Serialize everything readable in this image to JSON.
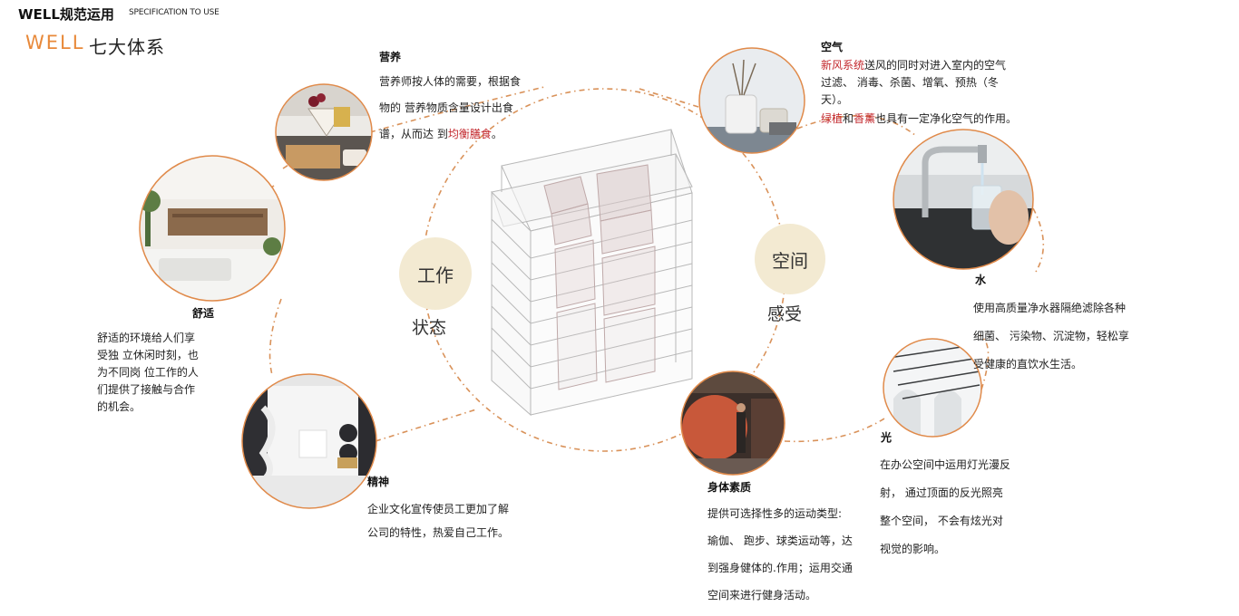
{
  "header": {
    "title": "WELL规范运用",
    "subtitle": "SPECIFICATION TO USE"
  },
  "page_title": {
    "en": "WELL",
    "zh": "七大体系"
  },
  "center": {
    "left_badge": "工作",
    "left_label": "状态",
    "right_badge": "空间",
    "right_label": "感受"
  },
  "nutrition": {
    "heading": "营养",
    "lines": [
      "营养师按人体的需要，根据食",
      "物的 营养物质含量设计出食"
    ],
    "line3_prefix": "谱，从而达 到",
    "line3_red": "均衡膳食",
    "line3_suffix": "。"
  },
  "air": {
    "heading": "空气",
    "l1_red": "新风系统",
    "l1_rest": "送风的同时对进入室内的空气",
    "l2": "过滤、 消毒、杀菌、增氧、预热（冬",
    "l3": "天）。",
    "l4_red1": "绿植",
    "l4_and": "和",
    "l4_red2": "香薰",
    "l4_rest": "也具有一定净化空气的作用。"
  },
  "comfort": {
    "heading": "舒适",
    "lines": [
      "舒适的环境给人们享",
      "受独 立休闲时刻，也",
      "为不同岗 位工作的人",
      "们提供了接触与合作",
      "的机会。"
    ]
  },
  "water": {
    "heading": "水",
    "lines": [
      "使用高质量净水器隔绝滤除各种",
      "细菌、 污染物、沉淀物，轻松享",
      "受健康的直饮水生活。"
    ]
  },
  "light": {
    "heading": "光",
    "lines": [
      "在办公空间中运用灯光漫反",
      "射， 通过顶面的反光照亮",
      "整个空间， 不会有炫光对",
      "视觉的影响。"
    ]
  },
  "spirit": {
    "heading": "精神",
    "lines": [
      "企业文化宣传使员工更加了解",
      "公司的特性，热爱自己工作。"
    ]
  },
  "fitness": {
    "heading": "身体素质",
    "lines": [
      "提供可选择性多的运动类型:",
      "瑜伽、 跑步、球类运动等，达",
      "到强身健体的.作用；运用交通",
      "空间来进行健身活动。"
    ]
  },
  "photos": {
    "nutrition": "food-photo",
    "air": "diffuser-photo",
    "comfort": "lounge-photo",
    "water": "faucet-photo",
    "light": "corridor-photo",
    "spirit": "lobby-photo",
    "fitness": "gym-photo"
  },
  "colors": {
    "accent": "#e8893a",
    "highlight": "#c3282d",
    "dash": "#d9925a",
    "badge": "#f3ead2"
  }
}
